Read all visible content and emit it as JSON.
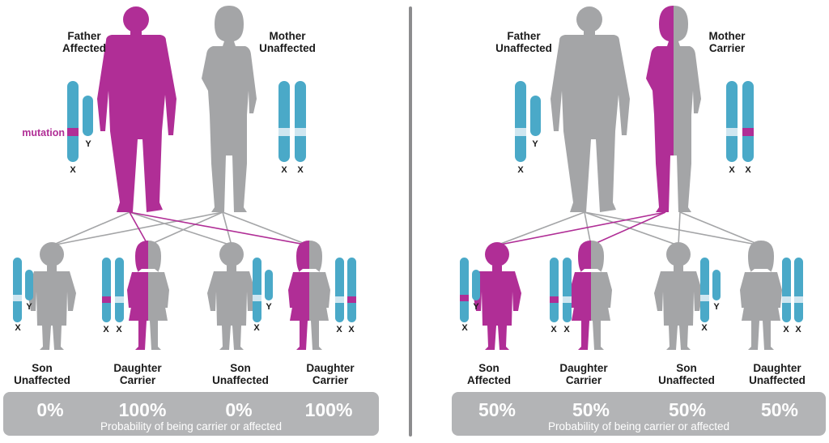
{
  "colors": {
    "affected": "#b02e96",
    "unaffected": "#a4a5a7",
    "chromosome": "#4aa9c8",
    "chromosome_band": "#cfe6f0",
    "bar": "#b3b4b6",
    "divider": "#8c8c8e"
  },
  "left": {
    "father": {
      "line1": "Father",
      "line2": "Affected"
    },
    "mother": {
      "line1": "Mother",
      "line2": "Unaffected"
    },
    "mutation_label": "mutation",
    "children": [
      {
        "line1": "Son",
        "line2": "Unaffected",
        "percent": "0%"
      },
      {
        "line1": "Daughter",
        "line2": "Carrier",
        "percent": "100%"
      },
      {
        "line1": "Son",
        "line2": "Unaffected",
        "percent": "0%"
      },
      {
        "line1": "Daughter",
        "line2": "Carrier",
        "percent": "100%"
      }
    ],
    "caption": "Probability of being carrier or affected"
  },
  "right": {
    "father": {
      "line1": "Father",
      "line2": "Unaffected"
    },
    "mother": {
      "line1": "Mother",
      "line2": "Carrier"
    },
    "children": [
      {
        "line1": "Son",
        "line2": "Affected",
        "percent": "50%"
      },
      {
        "line1": "Daughter",
        "line2": "Carrier",
        "percent": "50%"
      },
      {
        "line1": "Son",
        "line2": "Unaffected",
        "percent": "50%"
      },
      {
        "line1": "Daughter",
        "line2": "Unaffected",
        "percent": "50%"
      }
    ],
    "caption": "Probability of being carrier or affected"
  },
  "chromosome_letters": {
    "x": "X",
    "y": "Y"
  }
}
